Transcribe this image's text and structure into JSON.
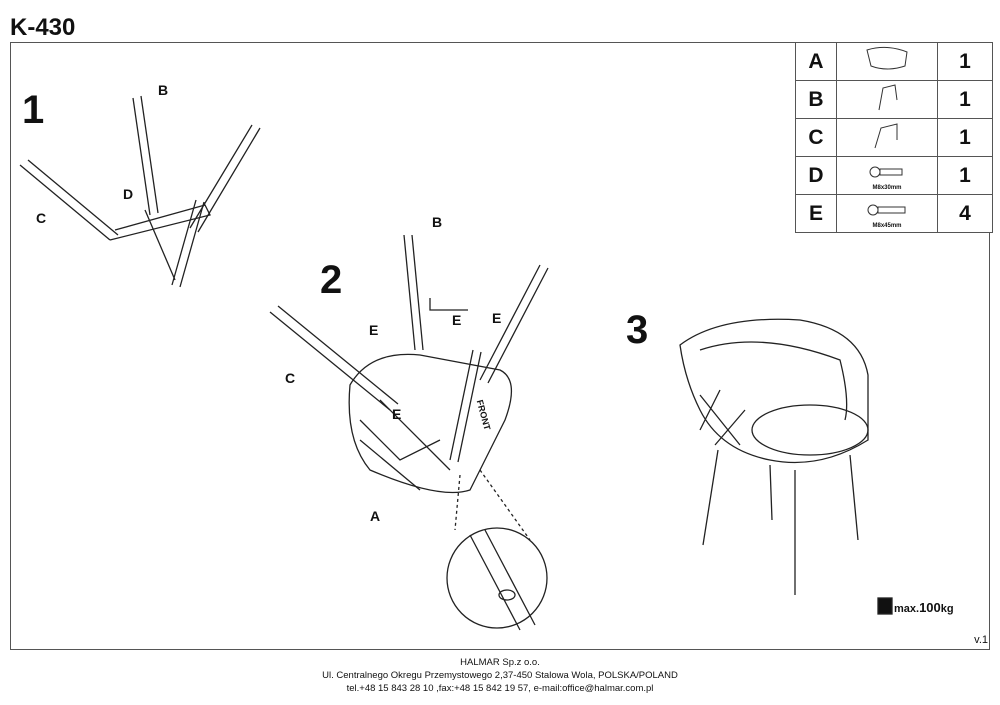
{
  "title": "K-430",
  "steps": [
    "1",
    "2",
    "3"
  ],
  "step1": {
    "label_b": "B",
    "label_c": "C",
    "label_d": "D"
  },
  "step2": {
    "label_b": "B",
    "label_c": "C",
    "label_e1": "E",
    "label_e2": "E",
    "label_e3": "E",
    "label_e4": "E",
    "label_a": "A",
    "front": "FRONT"
  },
  "step3": {
    "max_prefix": "max.",
    "max_value": "100",
    "max_unit": "kg"
  },
  "parts": [
    {
      "letter": "A",
      "qty": "1",
      "spec": ""
    },
    {
      "letter": "B",
      "qty": "1",
      "spec": ""
    },
    {
      "letter": "C",
      "qty": "1",
      "spec": ""
    },
    {
      "letter": "D",
      "qty": "1",
      "spec": "M8x30mm"
    },
    {
      "letter": "E",
      "qty": "4",
      "spec": "M8x45mm"
    }
  ],
  "version": "v.1",
  "footer": {
    "company": "HALMAR Sp.z o.o.",
    "address": "Ul. Centralnego Okregu Przemystowego 2,37-450 Stalowa Wola, POLSKA/POLAND",
    "contact": "tel.+48 15 843 28 10 ,fax:+48 15 842 19 57, e-mail:office@halmar.com.pl"
  }
}
